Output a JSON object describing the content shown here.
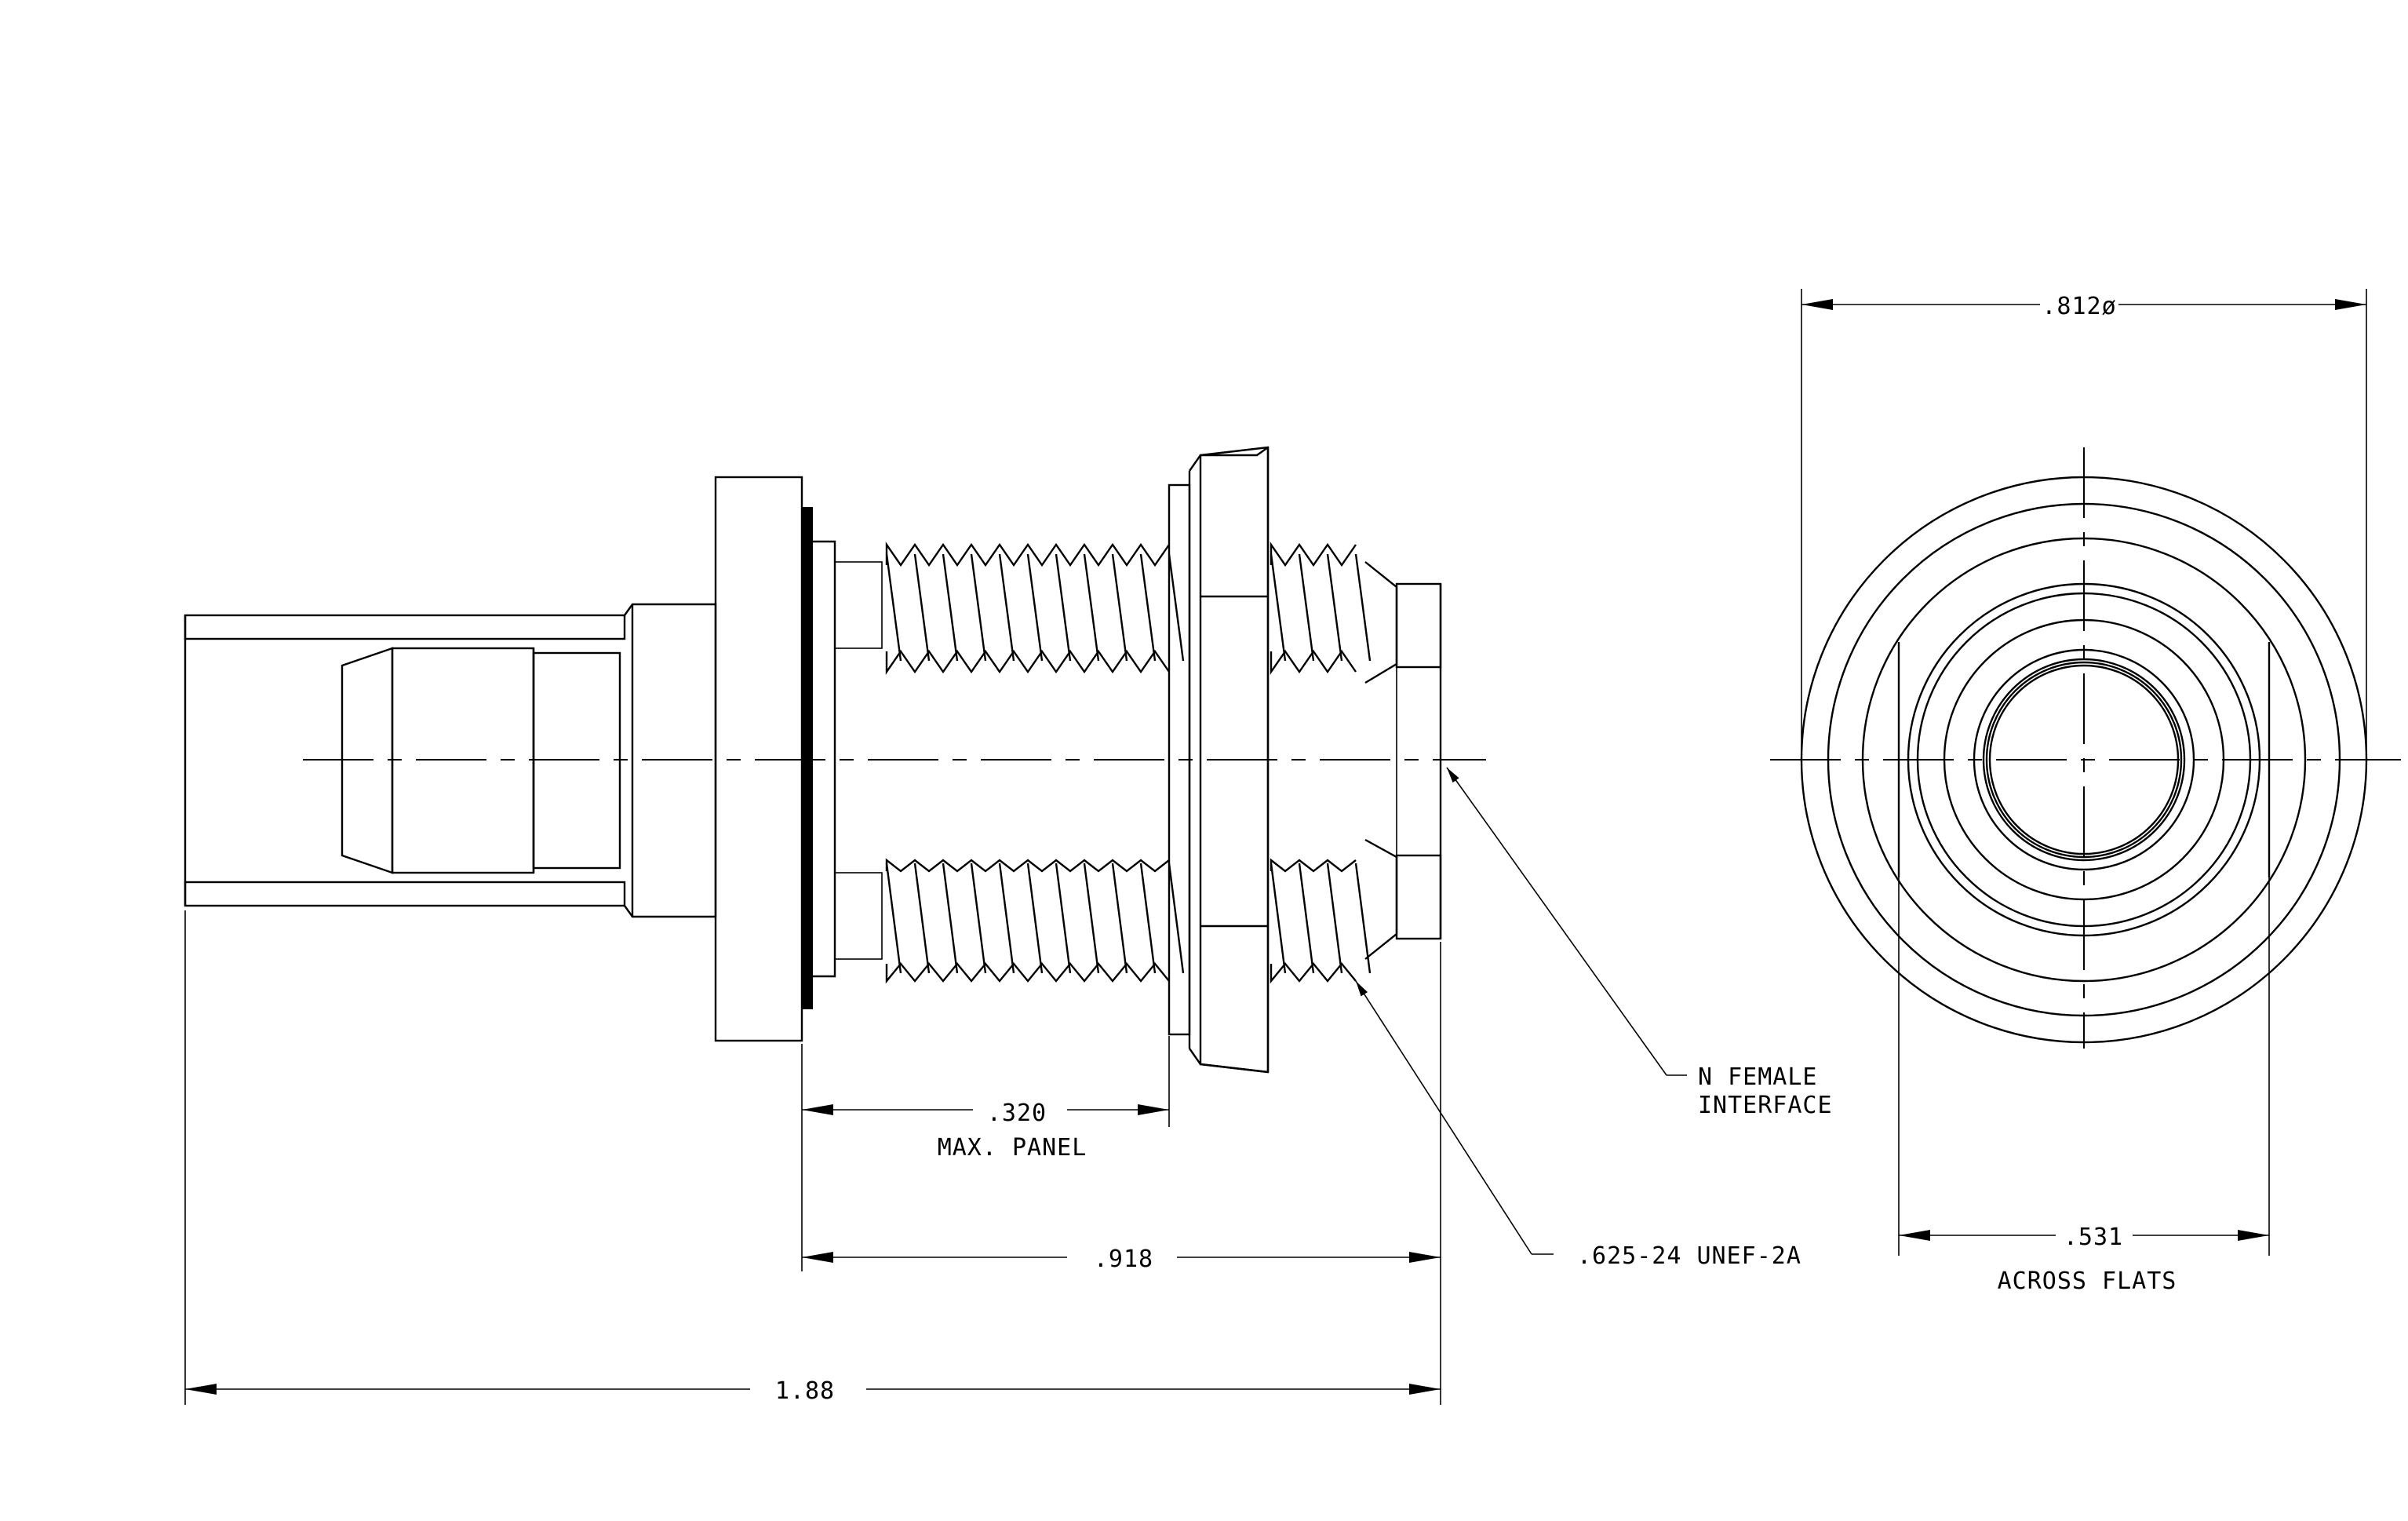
{
  "labels": {
    "dim_overall": "1.88",
    "dim_918": ".918",
    "dim_panel": ".320",
    "dim_panel_note": "MAX. PANEL",
    "dim_thread": ".625-24 UNEF-2A",
    "dim_interface_line1": "N FEMALE",
    "dim_interface_line2": "INTERFACE",
    "dim_dia": ".812ø",
    "dim_flats": ".531",
    "dim_flats_note": "ACROSS FLATS"
  },
  "colors": {
    "ink": "#000000",
    "paper": "#ffffff"
  }
}
